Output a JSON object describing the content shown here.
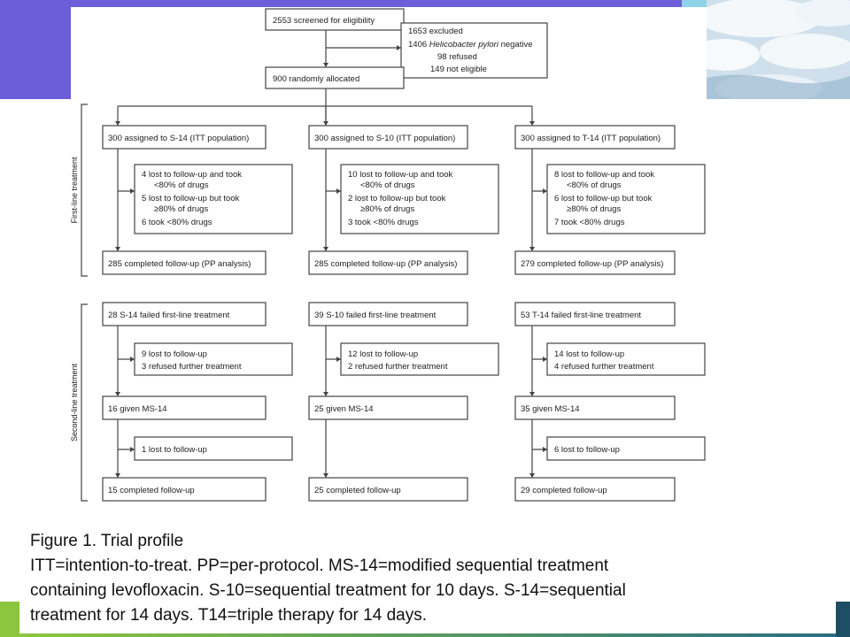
{
  "flowchart": {
    "sides": {
      "first": "First-line treatment",
      "second": "Second-line treatment"
    },
    "screened": "2553 screened for eligibility",
    "excluded": {
      "line1": "1653 excluded",
      "line2_count": "1406",
      "line2_organism": "Helicobacter pylori",
      "line2_rest": " negative",
      "line3": "98 refused",
      "line4": "149 not eligible"
    },
    "randomised": "900 randomly allocated",
    "arms": [
      {
        "assigned": "300 assigned to S-14 (ITT population)",
        "lost": [
          "4 lost to follow-up and took",
          "<80% of drugs",
          "5 lost to follow-up but took",
          "≥80% of drugs",
          "6 took <80% drugs"
        ],
        "completed": "285 completed follow-up (PP analysis)",
        "failed": "28 S-14 failed first-line treatment",
        "second_lost": [
          "9 lost to follow-up",
          "3 refused further treatment"
        ],
        "given": "16 given MS-14",
        "given_lost": "1 lost to follow-up",
        "final": "15 completed follow-up"
      },
      {
        "assigned": "300 assigned to S-10 (ITT population)",
        "lost": [
          "10 lost to follow-up and took",
          "<80% of drugs",
          "2 lost to follow-up but took",
          "≥80% of drugs",
          "3 took <80% drugs"
        ],
        "completed": "285 completed follow-up (PP analysis)",
        "failed": "39 S-10 failed first-line treatment",
        "second_lost": [
          "12 lost to follow-up",
          "2 refused further treatment"
        ],
        "given": "25 given MS-14",
        "given_lost": "",
        "final": "25 completed follow-up"
      },
      {
        "assigned": "300 assigned to T-14 (ITT population)",
        "lost": [
          "8 lost to follow-up and took",
          "<80% of drugs",
          "6 lost to follow-up but took",
          "≥80% of drugs",
          "7 took <80% drugs"
        ],
        "completed": "279 completed follow-up (PP analysis)",
        "failed": "53 T-14 failed first-line treatment",
        "second_lost": [
          "14 lost to follow-up",
          "4 refused further treatment"
        ],
        "given": "35 given MS-14",
        "given_lost": "6 lost to follow-up",
        "final": "29 completed follow-up"
      }
    ]
  },
  "caption": {
    "line1": "Figure 1. Trial profile",
    "line2": "ITT=intention-to-treat. PP=per-protocol. MS-14=modified sequential treatment",
    "line3": "containing levofloxacin. S-10=sequential treatment for 10 days. S-14=sequential",
    "line4": "treatment for 14 days. T14=triple therapy for 14 days."
  },
  "colors": {
    "accent": "#6b5ed8",
    "teal": "#8fd3e8",
    "green": "#8cc63e",
    "navy": "#1e4e63"
  }
}
